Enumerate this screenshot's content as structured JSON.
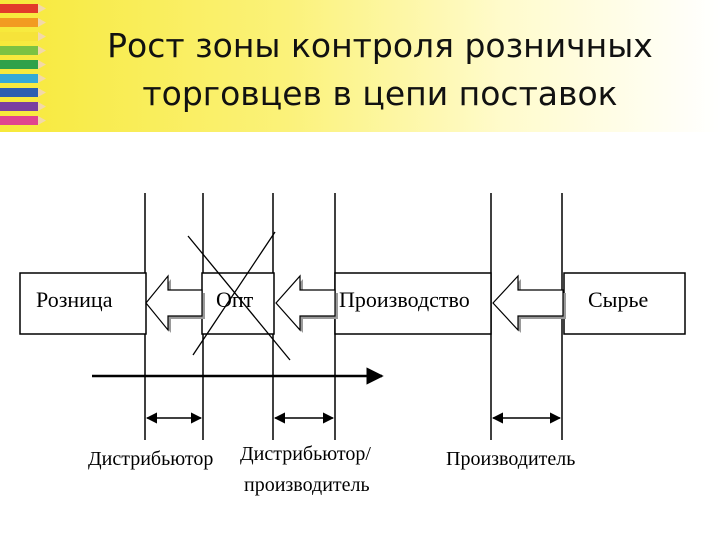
{
  "title_line1": "Рост зоны контроля розничных",
  "title_line2": "торговцев в цепи поставок",
  "stages": {
    "retail": "Розница",
    "wholesale": "Опт",
    "production": "Производство",
    "raw": "Сырье"
  },
  "zones": {
    "distributor": "Дистрибьютор",
    "distributor_manufacturer_1": "Дистрибьютор/",
    "distributor_manufacturer_2": "производитель",
    "manufacturer": "Производитель"
  },
  "colors": {
    "title_band": "#f7e93a",
    "arrow_shadow": "#9a9a9a",
    "line": "#000000"
  },
  "icons": [
    "pencils-decoration"
  ]
}
